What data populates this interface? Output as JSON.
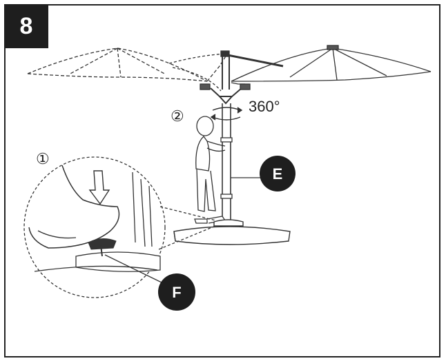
{
  "step": {
    "number": "8"
  },
  "labels": {
    "rotation_degrees": "360°",
    "marker_1": "①",
    "marker_2": "②",
    "part_e": "E",
    "part_f": "F"
  },
  "colors": {
    "ink": "#1e1e1e",
    "line": "#333333",
    "canopy": "#444444"
  }
}
